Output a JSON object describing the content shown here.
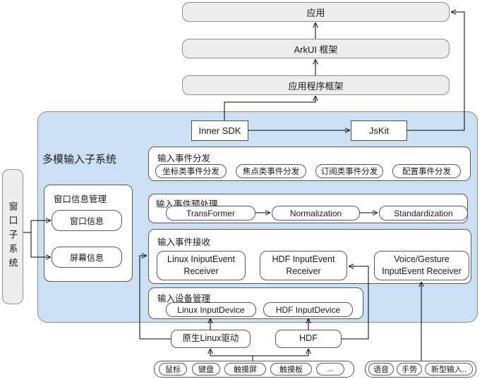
{
  "diagram": {
    "top_stack": {
      "app": "应用",
      "arkui": "ArkUI 框架",
      "app_framework": "应用程序框架"
    },
    "sdk": {
      "inner": "Inner SDK",
      "jskit": "JsKit"
    },
    "subsystem": {
      "title": "多模输入子系统"
    },
    "window_subsystem": {
      "label": "窗口子系统"
    },
    "window_info": {
      "title": "窗口信息管理",
      "items": [
        "窗口信息",
        "屏幕信息"
      ]
    },
    "dispatch": {
      "title": "输入事件分发",
      "items": [
        "坐标类事件分发",
        "焦点类事件分发",
        "订阅类事件分发",
        "配置事件分发"
      ]
    },
    "preprocess": {
      "title": "输入事件预处理",
      "items": [
        "TransFormer",
        "Normalization",
        "Standardization"
      ]
    },
    "receive": {
      "title": "输入事件接收",
      "items": [
        "Linux IniputEvent Receiver",
        "HDF InputEvent Receiver",
        "Voice/Gesture InputEvent Receiver"
      ]
    },
    "device": {
      "title": "输入设备管理",
      "items": [
        "Linux InputDevice",
        "HDF InputDevice"
      ]
    },
    "drivers": {
      "linux": "原生Linux驱动",
      "hdf": "HDF"
    },
    "devices_left": {
      "items": [
        "鼠标",
        "键盘",
        "触摸屏",
        "触摸板",
        "..."
      ]
    },
    "devices_right": {
      "items": [
        "语音",
        "手势",
        "新型输入.."
      ]
    },
    "colors": {
      "subsystem_fill": "#cce0f5",
      "gray_fill": "#ededed",
      "box_border": "#595959",
      "connector": "#000000"
    }
  }
}
